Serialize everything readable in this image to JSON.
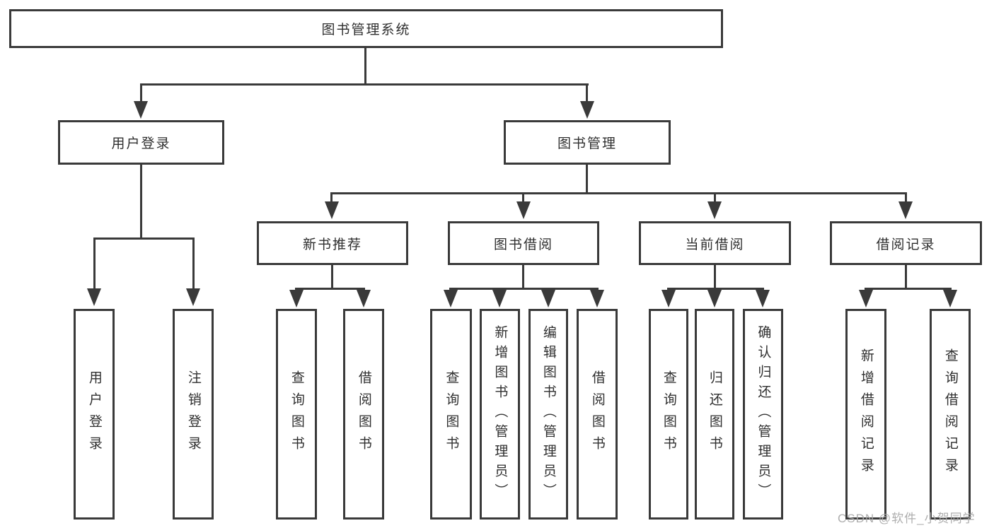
{
  "diagram_title": "图书管理系统",
  "nodes": {
    "root": "图书管理系统",
    "user_login": "用户登录",
    "book_management": "图书管理",
    "new_book_recommend": "新书推荐",
    "book_borrow": "图书借阅",
    "current_borrow": "当前借阅",
    "borrow_records": "借阅记录",
    "ul_user_login": "用户登录",
    "ul_logout": "注销登录",
    "nb_query_book": "查询图书",
    "nb_borrow_book": "借阅图书",
    "bb_query_book": "查询图书",
    "bb_add_book": "新增图书（管理员）",
    "bb_edit_book": "编辑图书（管理员）",
    "bb_borrow_book": "借阅图书",
    "cb_query_book": "查询图书",
    "cb_return_book": "归还图书",
    "cb_confirm_return": "确认归还（管理员）",
    "br_add_record": "新增借阅记录",
    "br_query_record": "查询借阅记录"
  },
  "watermark": "CSDN @软件_小贺同学",
  "colors": {
    "line": "#3a3a3a",
    "text": "#2f2f2f",
    "background": "#ffffff",
    "watermark": "#aaaaaa"
  },
  "structure": {
    "root": "图书管理系统",
    "children": [
      {
        "label": "用户登录",
        "children": [
          "用户登录",
          "注销登录"
        ]
      },
      {
        "label": "图书管理",
        "children": [
          {
            "label": "新书推荐",
            "children": [
              "查询图书",
              "借阅图书"
            ]
          },
          {
            "label": "图书借阅",
            "children": [
              "查询图书",
              "新增图书（管理员）",
              "编辑图书（管理员）",
              "借阅图书"
            ]
          },
          {
            "label": "当前借阅",
            "children": [
              "查询图书",
              "归还图书",
              "确认归还（管理员）"
            ]
          },
          {
            "label": "借阅记录",
            "children": [
              "新增借阅记录",
              "查询借阅记录"
            ]
          }
        ]
      }
    ]
  }
}
